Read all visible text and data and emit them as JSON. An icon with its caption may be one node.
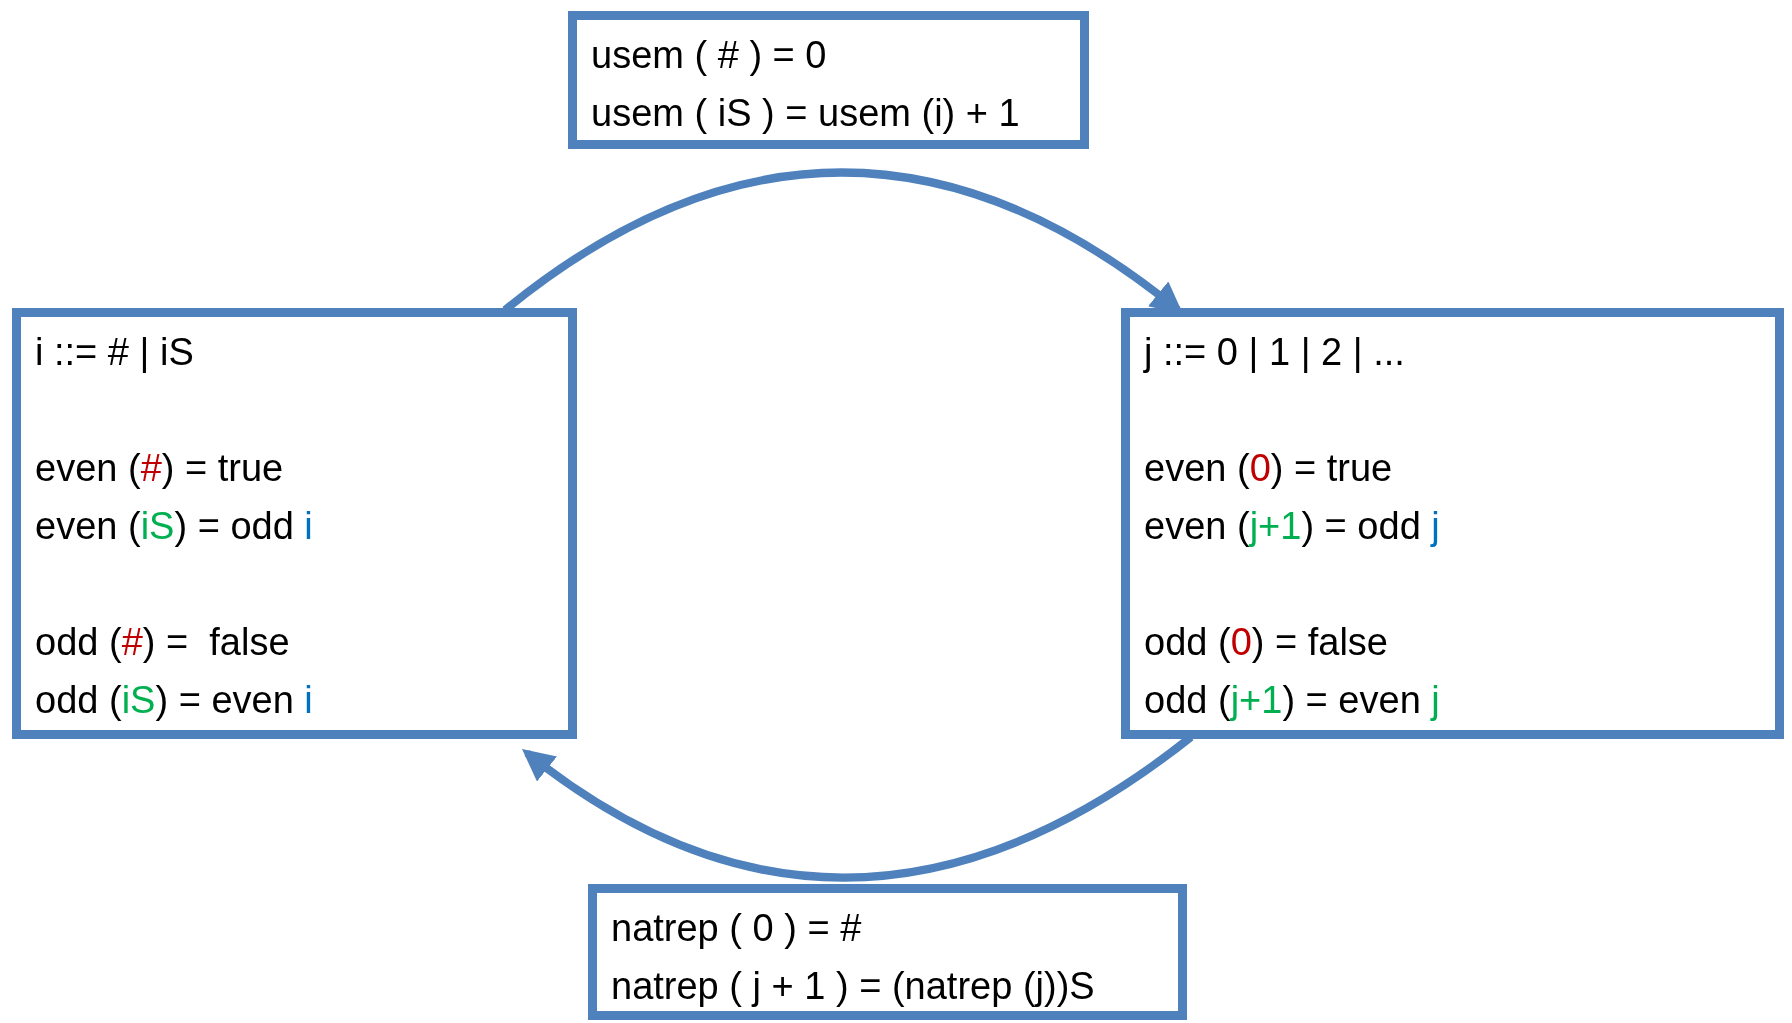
{
  "diagram": {
    "nodes": [
      {
        "text": [
          "usem ( # ) = 0",
          "usem ( iS ) = usem (i) + 1"
        ]
      },
      {
        "text": [
          "i ::= # | iS",
          "even (#) = true",
          "even (iS) = odd i",
          "odd (#) =  false",
          "odd (iS) = even i"
        ]
      },
      {
        "text": [
          "j ::= 0 | 1 | 2 | ...",
          "even (0) = true",
          "even (j+1) = odd j",
          "odd (0) = false",
          "odd (j+1) = even j"
        ]
      },
      {
        "text": [
          "natrep ( 0 ) = #",
          "natrep ( j + 1 ) = (natrep (j))S"
        ]
      }
    ],
    "edges": [
      {
        "from": 1,
        "to": 2,
        "arrow": "to"
      },
      {
        "from": 2,
        "to": 1,
        "arrow": "to"
      }
    ]
  }
}
